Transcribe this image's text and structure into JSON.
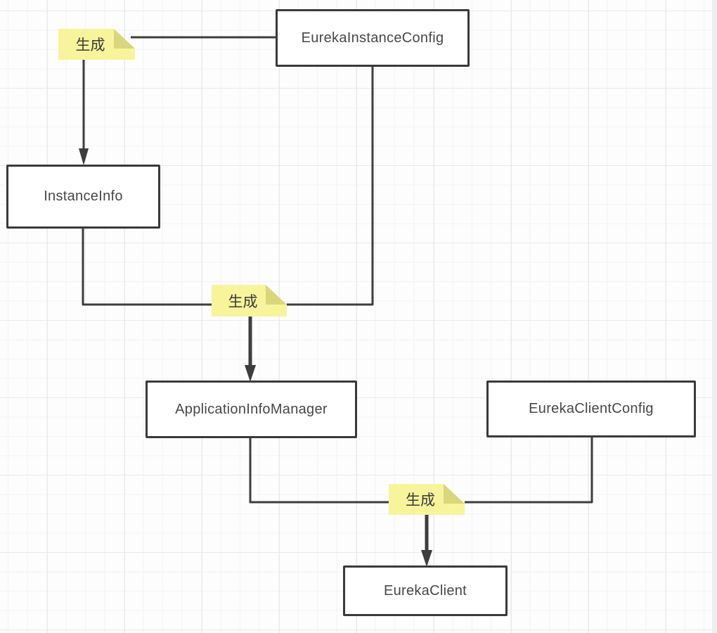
{
  "diagram": {
    "nodes": [
      {
        "id": "eureka-instance-config",
        "label": "EurekaInstanceConfig"
      },
      {
        "id": "instance-info",
        "label": "InstanceInfo"
      },
      {
        "id": "application-info-manager",
        "label": "ApplicationInfoManager"
      },
      {
        "id": "eureka-client-config",
        "label": "EurekaClientConfig"
      },
      {
        "id": "eureka-client",
        "label": "EurekaClient"
      }
    ],
    "edges": [
      {
        "sources": [
          "EurekaInstanceConfig"
        ],
        "target": "InstanceInfo",
        "label": "生成"
      },
      {
        "sources": [
          "InstanceInfo",
          "EurekaInstanceConfig"
        ],
        "target": "ApplicationInfoManager",
        "label": "生成"
      },
      {
        "sources": [
          "ApplicationInfoManager",
          "EurekaClientConfig"
        ],
        "target": "EurekaClient",
        "label": "生成"
      }
    ],
    "colors": {
      "line": "#3d3d3d",
      "node_border": "#3a3a3a",
      "node_fill": "#ffffff",
      "node_text": "#474747",
      "note_fill": "#f7f49b",
      "note_fold": "#d9d67c",
      "note_text": "#3a3a3a",
      "grid_minor": "#f3f3f6",
      "grid_major": "#e9e9ee",
      "background": "#fdfdfe"
    }
  }
}
